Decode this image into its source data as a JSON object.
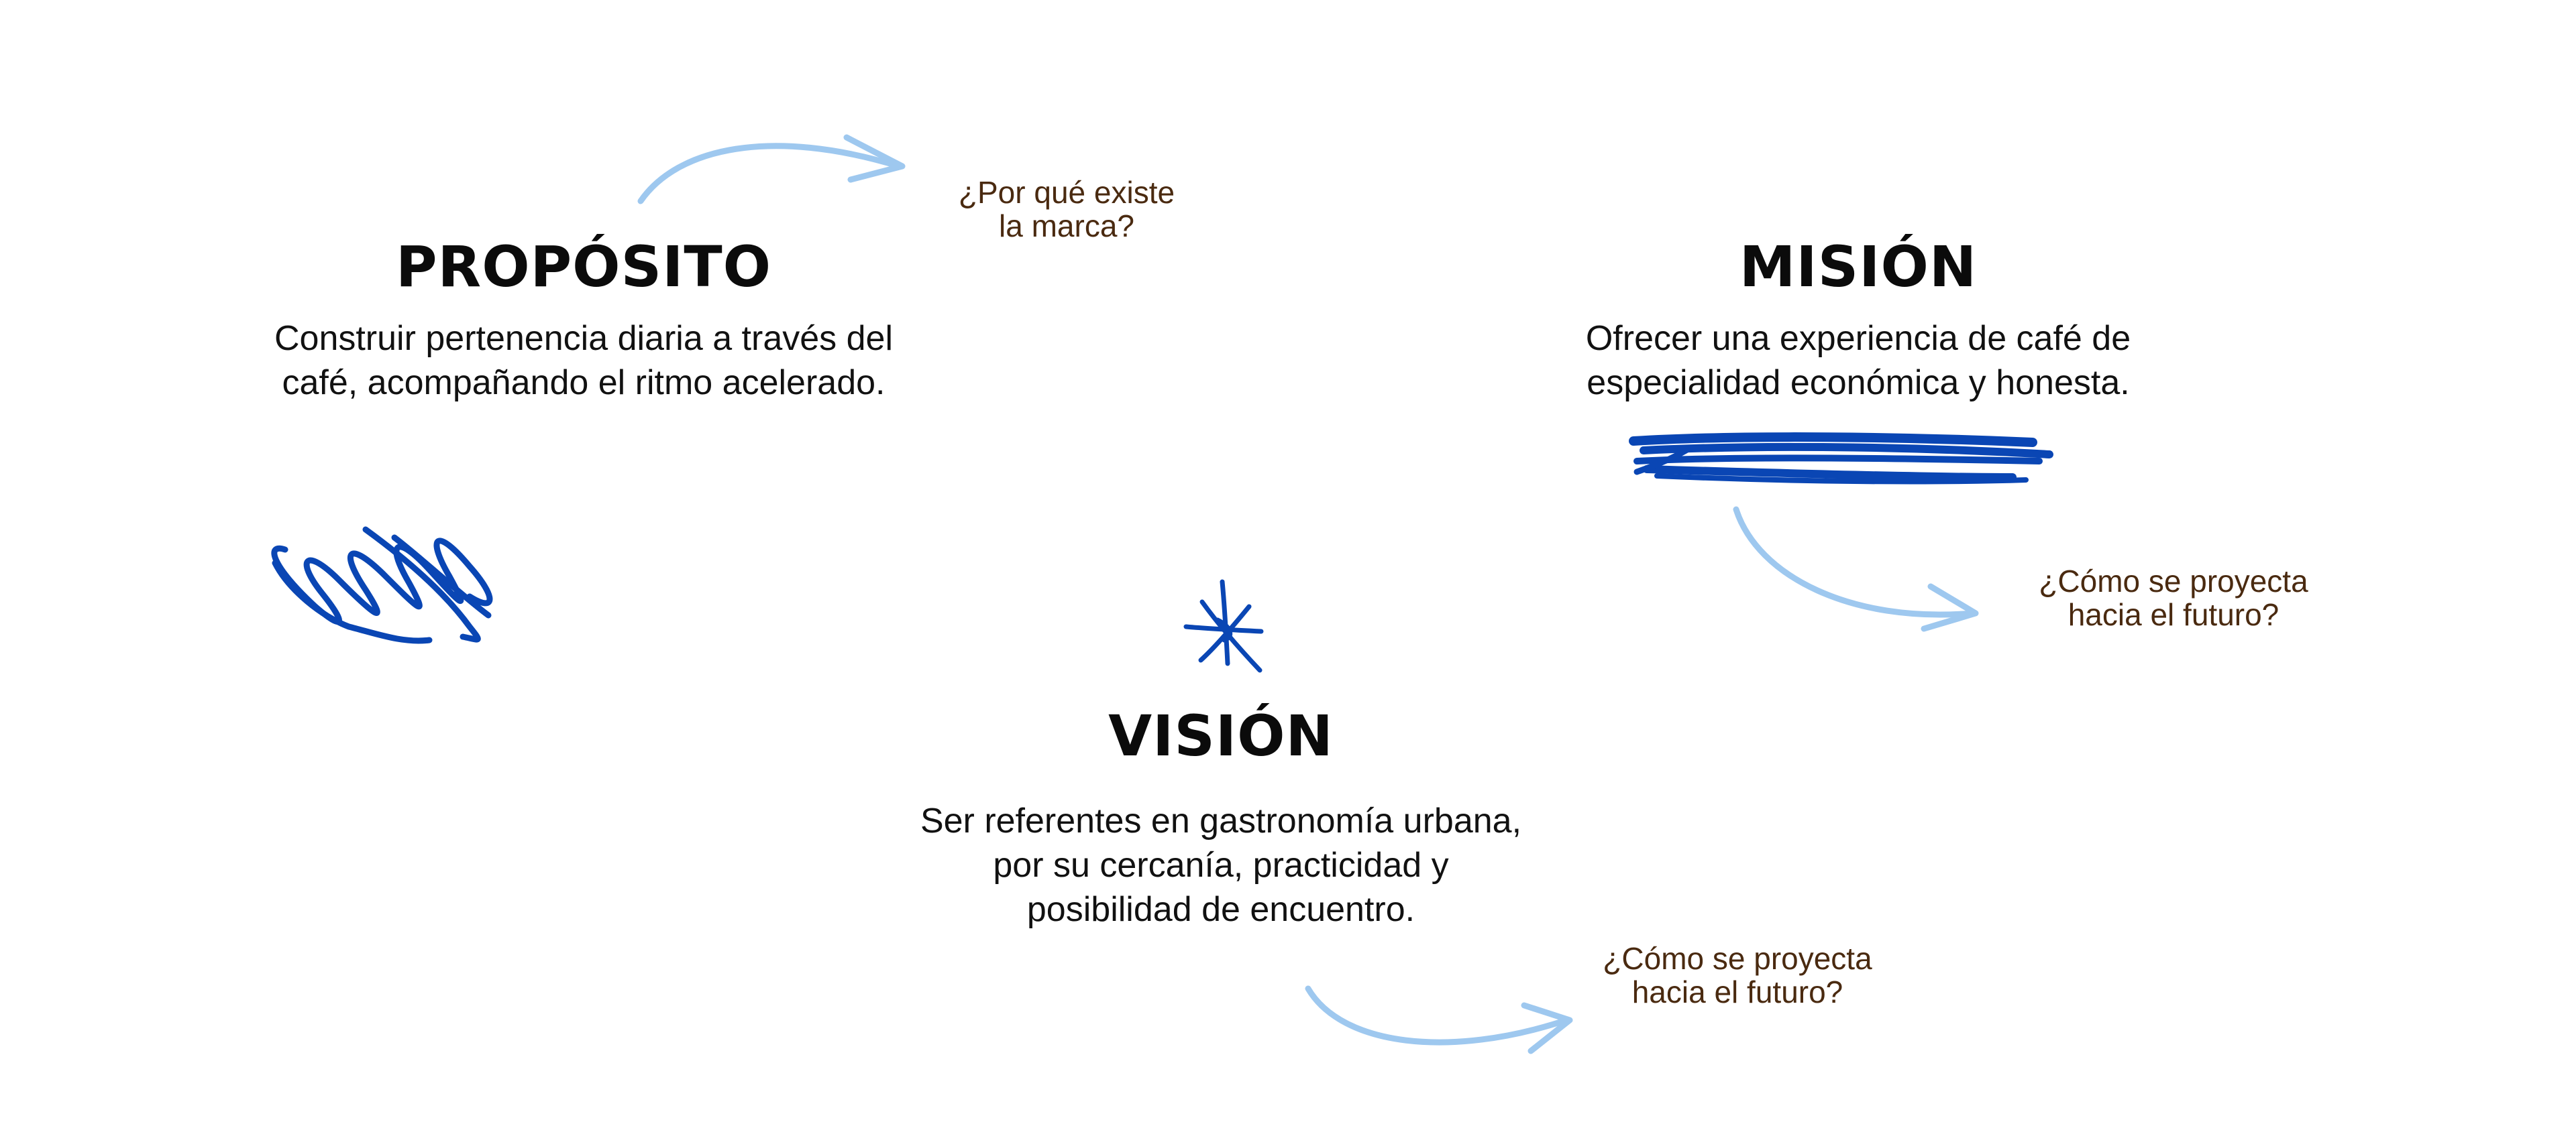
{
  "colors": {
    "arrow": "#9ec8ef",
    "scribble": "#0a46b4",
    "heading": "#0b0b0b",
    "question": "#4a2a10"
  },
  "proposito": {
    "title": "PROPÓSITO",
    "lines": [
      "Construir pertenencia diaria a través del",
      "café, acompañando el ritmo acelerado."
    ],
    "question_lines": [
      "¿Por qué existe",
      "la marca?"
    ]
  },
  "mision": {
    "title": "MISIÓN",
    "lines": [
      "Ofrecer una experiencia de café de",
      "especialidad económica y honesta."
    ],
    "question_lines": [
      "¿Cómo se proyecta",
      "hacia el futuro?"
    ]
  },
  "vision": {
    "title": "VISIÓN",
    "lines": [
      "Ser referentes en gastronomía urbana,",
      "por su cercanía, practicidad y",
      "posibilidad de encuentro."
    ],
    "question_lines": [
      "¿Cómo se proyecta",
      "hacia el futuro?"
    ]
  },
  "decorations": {
    "scribble_left": "scribble-hatch-icon",
    "scribble_mision": "scribble-underline-icon",
    "asterisk": "asterisk-icon",
    "arrow": "curved-arrow-icon"
  }
}
